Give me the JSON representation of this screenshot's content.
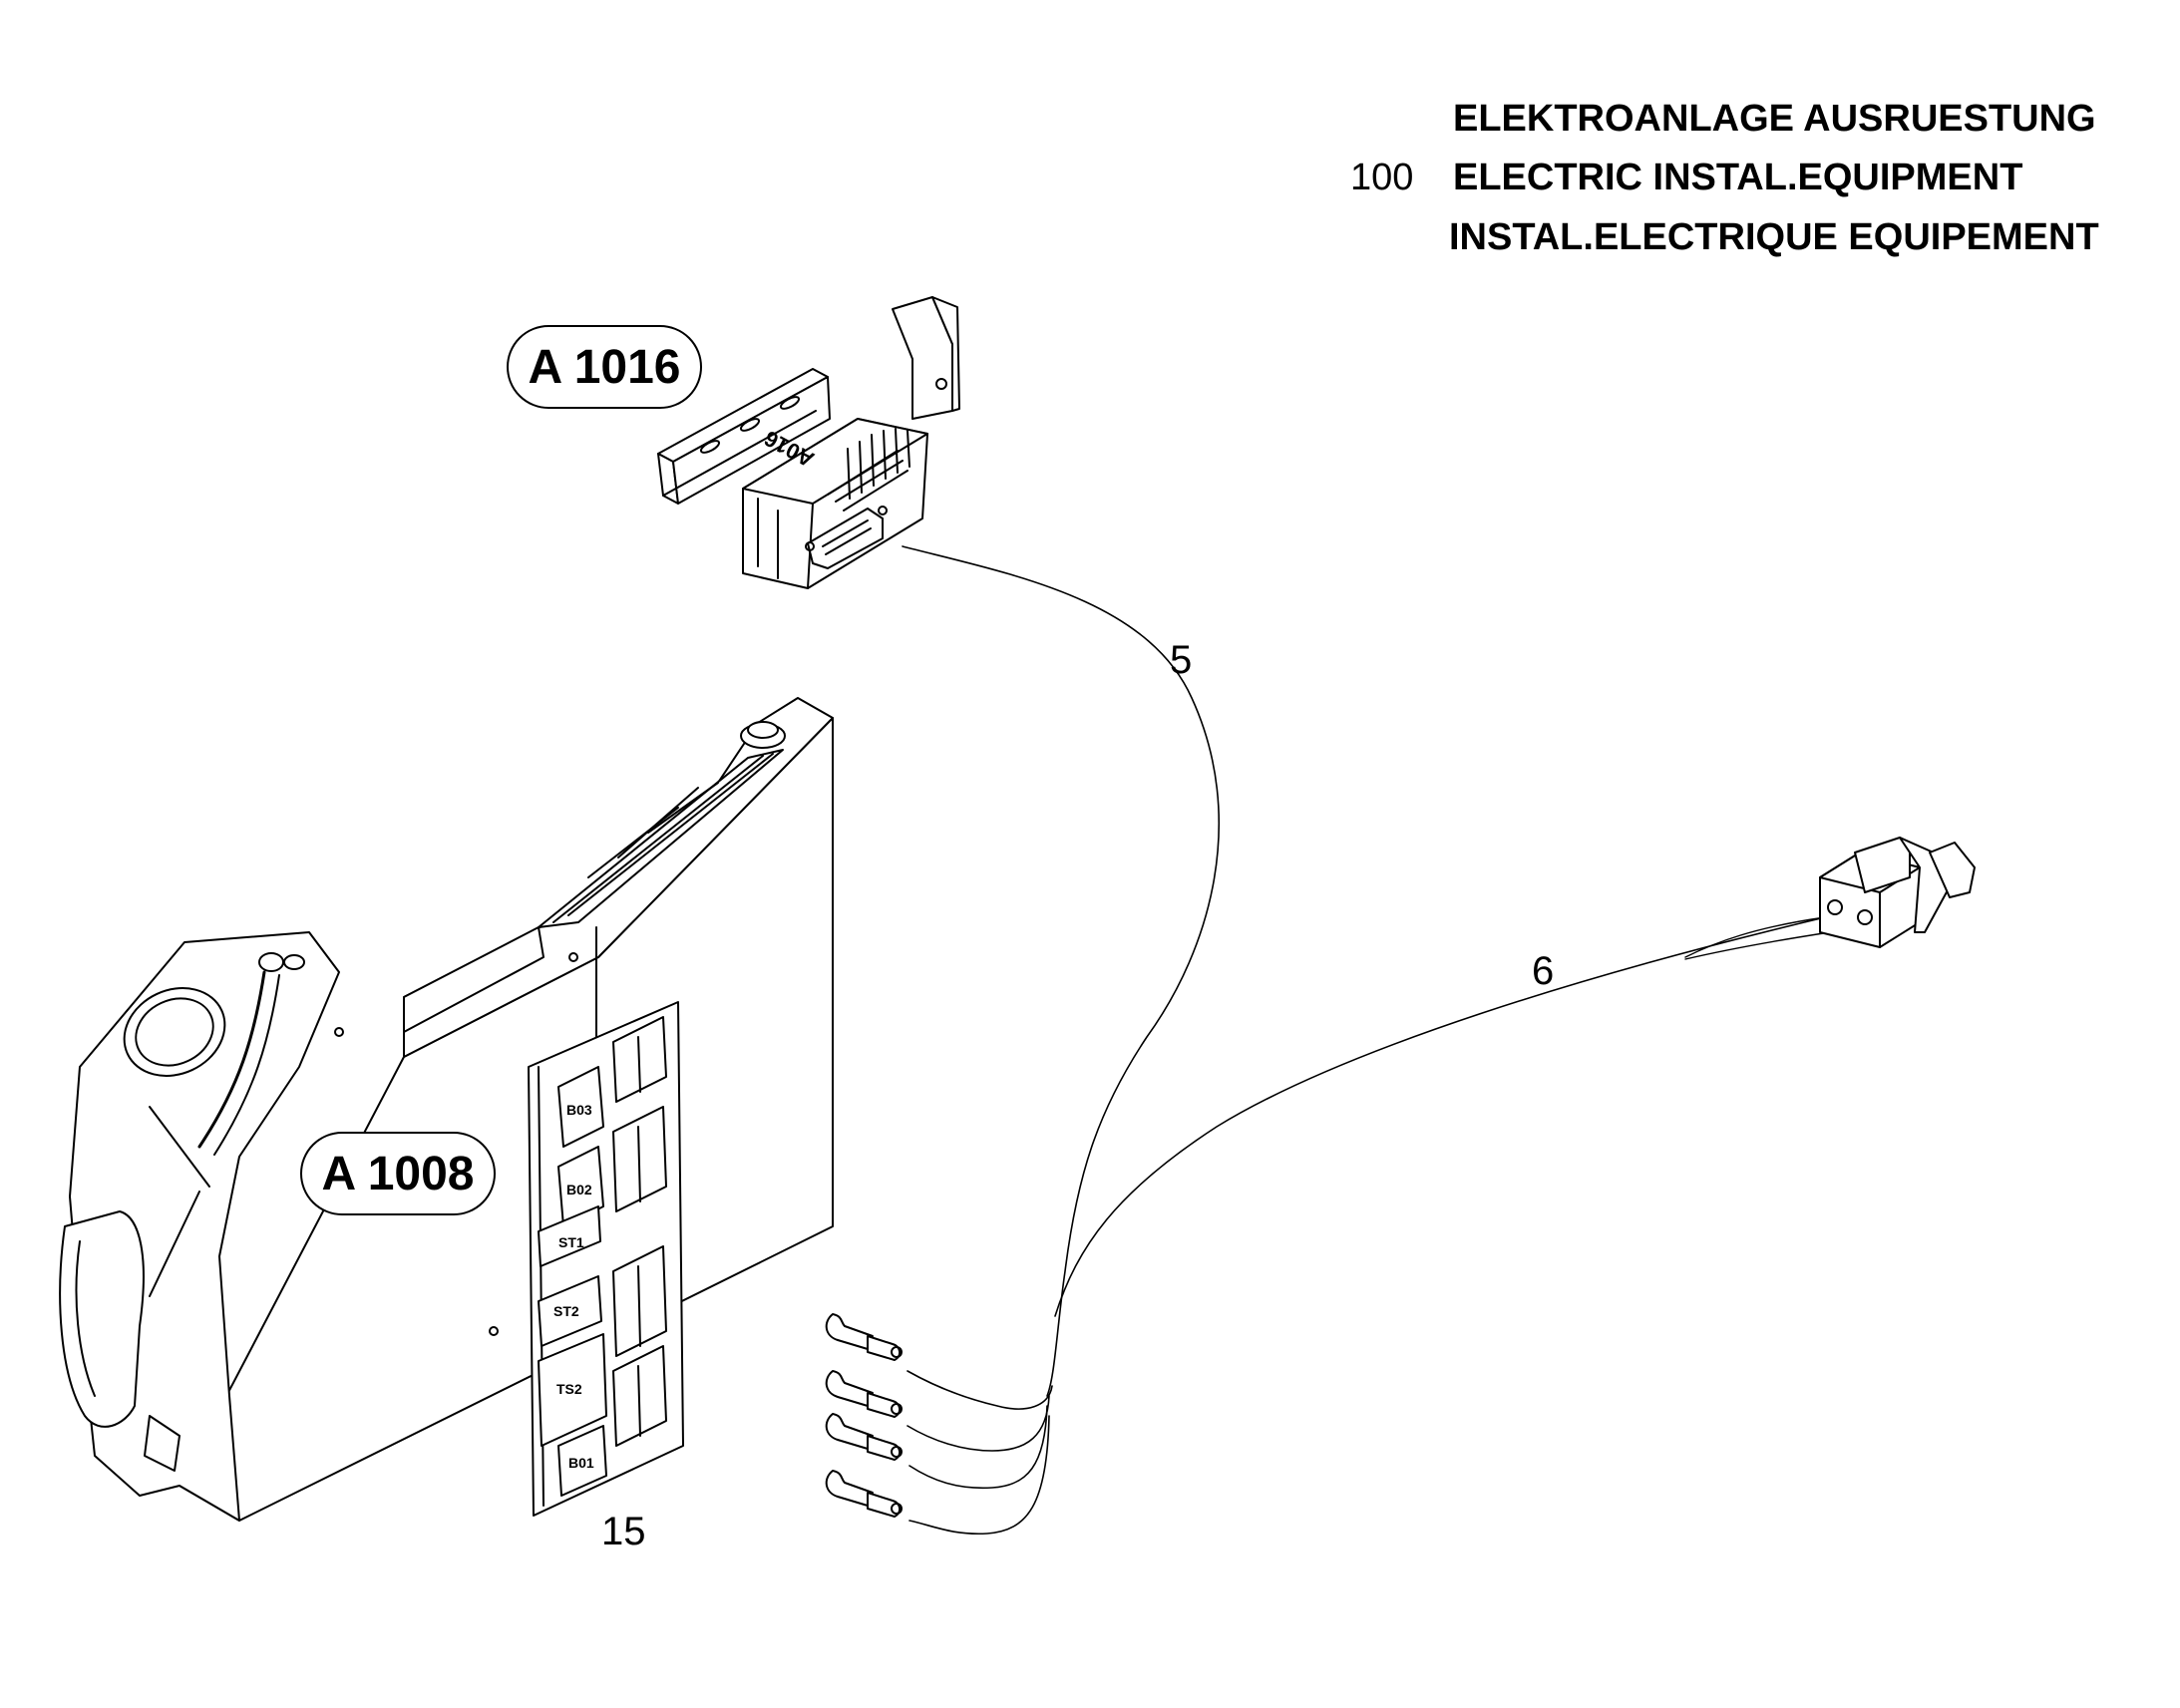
{
  "header": {
    "line_de": "ELEKTROANLAGE AUSRUESTUNG",
    "group_number": "100",
    "line_en": "ELECTRIC INSTAL.EQUIPMENT",
    "line_fr": "INSTAL.ELECTRIQUE EQUIPEMENT"
  },
  "assemblies": {
    "a1016": "A 1016",
    "a1008": "A 1008"
  },
  "callouts": {
    "cable_5": "5",
    "cable_6": "6",
    "board_15": "15"
  },
  "module_marking": "A016",
  "board_labels": {
    "b03": "B03",
    "b02": "B02",
    "st1": "ST1",
    "st2": "ST2",
    "ts2": "TS2",
    "b01": "B01"
  }
}
